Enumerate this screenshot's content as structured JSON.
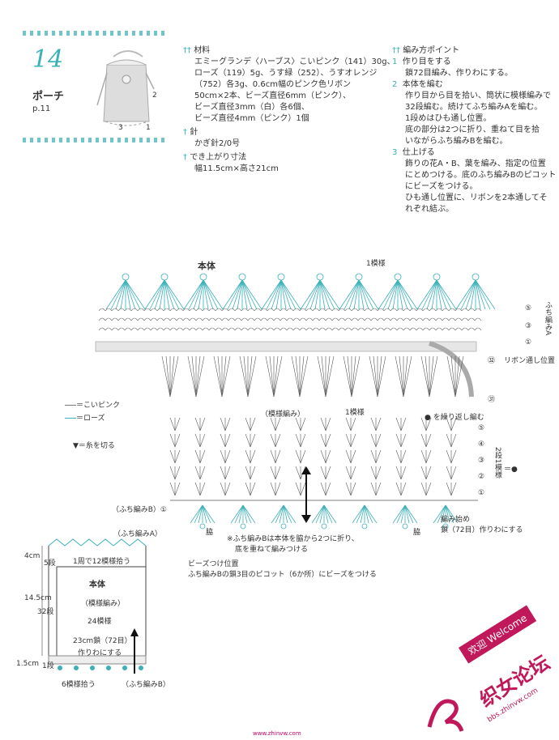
{
  "header": {
    "number": "14",
    "title": "ポーチ",
    "page_ref": "p.11",
    "photo_callouts": [
      "2",
      "3",
      "1"
    ]
  },
  "materials": {
    "head": "材料",
    "lines": [
      "エミーグランデ〈ハーブス〉こいピンク（141）30g、",
      "ローズ（119）5g、うす緑（252）、うすオレンジ",
      "（752）各3g、0.6cm幅のピンク色リボン",
      "50cm×2本、ビーズ直径6mm（ピンク）、",
      "ビーズ直径3mm（白）各6個、",
      "ビーズ直径4mm（ピンク）1個"
    ],
    "needle_head": "針",
    "needle": "かぎ針2/0号",
    "size_head": "でき上がり寸法",
    "size": "幅11.5cm×高さ21cm"
  },
  "points": {
    "head": "編み方ポイント",
    "steps": [
      {
        "num": "1",
        "title": "作り目をする",
        "lines": [
          "鎖72目編み、作りわにする。"
        ]
      },
      {
        "num": "2",
        "title": "本体を編む",
        "lines": [
          "作り目から目を拾い、筒状に模様編みで",
          "32段編む。続けてふち編みAを編む。",
          "1段めはひも通し位置。",
          "底の部分は2つに折り、重ねて目を拾",
          "いながらふち編みBを編む。"
        ]
      },
      {
        "num": "3",
        "title": "仕上げる",
        "lines": [
          "飾りの花A・B、葉を編み、指定の位置",
          "にとめつける。底のふち編みBのピコット",
          "にビーズをつける。",
          "ひも通し位置に、リボンを2本通してそ",
          "れぞれ結ぶ。"
        ]
      }
    ]
  },
  "chart": {
    "title": "本体",
    "motif_label_top": "1模様",
    "fuchi_a_label": "ふち編みA",
    "row_marks_top": [
      "⑤",
      "③",
      "①"
    ],
    "row_32": "㉜",
    "row_31": "㉛",
    "ribbon_label": "リボン通し位置",
    "pattern_label": "（模様編み）",
    "motif_label_mid": "1模様",
    "repeat_label": "を繰り返し編む",
    "row_marks_mid": [
      "⑤",
      "④",
      "③",
      "②",
      "①"
    ],
    "repeat_side": "2段1模様",
    "repeat_eq": "＝●",
    "fuchi_b_label": "（ふち編みB）①",
    "side_left": "脇",
    "side_right": "脇",
    "start_label_1": "編み始め",
    "start_label_2": "鎖（72目）作りわにする",
    "note_1": "※ふち編みBは本体を脇から2つに折り、",
    "note_2": "底を重ねて編みつける",
    "bead_1": "ビーズつけ位置",
    "bead_2": "ふち編みBの鎖3目のピコット（6か所）にビーズをつける"
  },
  "legend": {
    "dark": "＝こいピンク",
    "rose": "＝ローズ",
    "cut": "＝糸を切る"
  },
  "schematic": {
    "fuchi_a": "（ふち編みA）",
    "h4": "4cm",
    "r5": "5段",
    "motifs_12": "1周で12模様拾う",
    "body": "本体",
    "pattern": "（模様編み）",
    "motifs_24": "24模様",
    "h145": "14.5cm",
    "r32": "32段",
    "chain1": "23cm鎖（72目）",
    "chain2": "作りわにする",
    "h15": "1.5cm",
    "r1": "1段",
    "motifs_6": "6模様拾う",
    "fuchi_b": "（ふち編みB）"
  },
  "watermark": {
    "welcome": "欢迎 Welcome",
    "forum": "织女论坛",
    "site": "bbs.zhinvw.com"
  },
  "footer": {
    "site": "www.zhinvw.com"
  },
  "colors": {
    "teal": "#3ab0b8",
    "ink": "#444444",
    "watermark": "#c0185a"
  }
}
